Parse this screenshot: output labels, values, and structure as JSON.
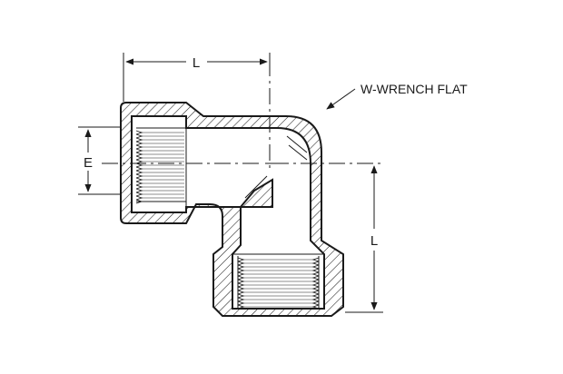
{
  "labels": {
    "dim_top": "L",
    "dim_right": "L",
    "dim_left": "E",
    "callout": "W-WRENCH FLAT"
  },
  "colors": {
    "line": "#1a1a1a",
    "hatch": "#1a1a1a",
    "background": "#ffffff"
  }
}
